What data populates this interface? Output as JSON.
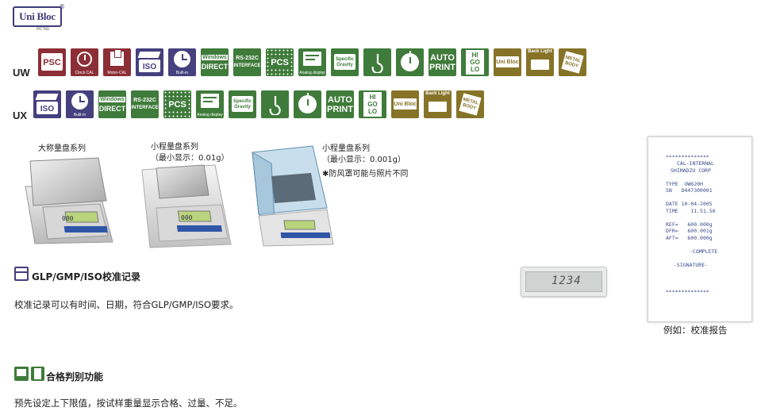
{
  "logo": {
    "text": "Uni Bloc",
    "sub": "PAT.TBD",
    "reg": "®"
  },
  "uw_row": {
    "label": "UW",
    "icons": [
      {
        "name": "psc-icon",
        "text": "PSC",
        "color": "#8c2e36"
      },
      {
        "name": "clock-cal-icon",
        "text": "Clock CAL",
        "color": "#8c2e36"
      },
      {
        "name": "motor-cal-icon",
        "text": "Motor-CAL",
        "color": "#8c2e36"
      },
      {
        "name": "iso-icon",
        "text": "ISO",
        "color": "#45407e"
      },
      {
        "name": "built-in-icon",
        "text": "Built-in",
        "color": "#45407e"
      },
      {
        "name": "windows-direct-icon",
        "text1": "Windows",
        "text2": "DIRECT",
        "color": "#3f7b3a"
      },
      {
        "name": "rs232c-interface-icon",
        "text1": "RS-232C",
        "text2": "INTERFACE",
        "color": "#3f7b3a"
      },
      {
        "name": "pcs-icon",
        "text": "PCS",
        "color": "#3f7b3a"
      },
      {
        "name": "analog-display-icon",
        "text": "Analog display",
        "color": "#3f7b3a"
      },
      {
        "name": "specific-gravity-icon",
        "text1": "Specific",
        "text2": "Gravity",
        "color": "#3f7b3a"
      },
      {
        "name": "hook-icon",
        "color": "#3f7b3a"
      },
      {
        "name": "stopwatch-icon",
        "color": "#3f7b3a"
      },
      {
        "name": "auto-print-icon",
        "text1": "AUTO",
        "text2": "PRINT",
        "color": "#3f7b3a"
      },
      {
        "name": "hi-go-lo-icon",
        "text1": "HI",
        "text2": "GO",
        "text3": "LO",
        "color": "#3f7b3a"
      },
      {
        "name": "unibloc-icon",
        "text": "Uni Bloc",
        "color": "#867328"
      },
      {
        "name": "back-light-icon",
        "text": "Back Light",
        "color": "#867328"
      },
      {
        "name": "metal-body-icon",
        "text1": "METAL",
        "text2": "BODY",
        "color": "#867328"
      }
    ]
  },
  "ux_row": {
    "label": "UX"
  },
  "products": {
    "large_pan": "大称量盘系列",
    "small_pan_1": "小程量盘系列",
    "small_pan_1_min": "（最小显示：0.01g）",
    "small_pan_2": "小程量盘系列",
    "small_pan_2_min": "（最小显示：0.001g）",
    "small_pan_2_note": "✱防风罩可能与照片不同",
    "display_readout": "000"
  },
  "display_sample": "1234",
  "report": {
    "stars": "**************",
    "line1": "CAL-INTERNAL",
    "line2": "SHIMADZU CORP",
    "type": "TYPE  UW620H",
    "sn": "SN   D447300001",
    "date": "DATE 10-04-2005",
    "time": "TIME    11.51.56",
    "ref": "REF=   600.000g",
    "dfr": "DFR=   600.001g",
    "aft": "AFT=   600.000g",
    "complete": "-COMPLETE",
    "signature": "-SIGNATURE-",
    "caption": "例如：校准报告"
  },
  "section_glp": {
    "title": "GLP/GMP/ISO校准记录",
    "body": "校准记录可以有时间、日期，符合GLP/GMP/ISO要求。"
  },
  "section_pass": {
    "title": "合格判别功能",
    "body": "预先设定上下限值，按试样重量显示合格、过量、不足。"
  }
}
